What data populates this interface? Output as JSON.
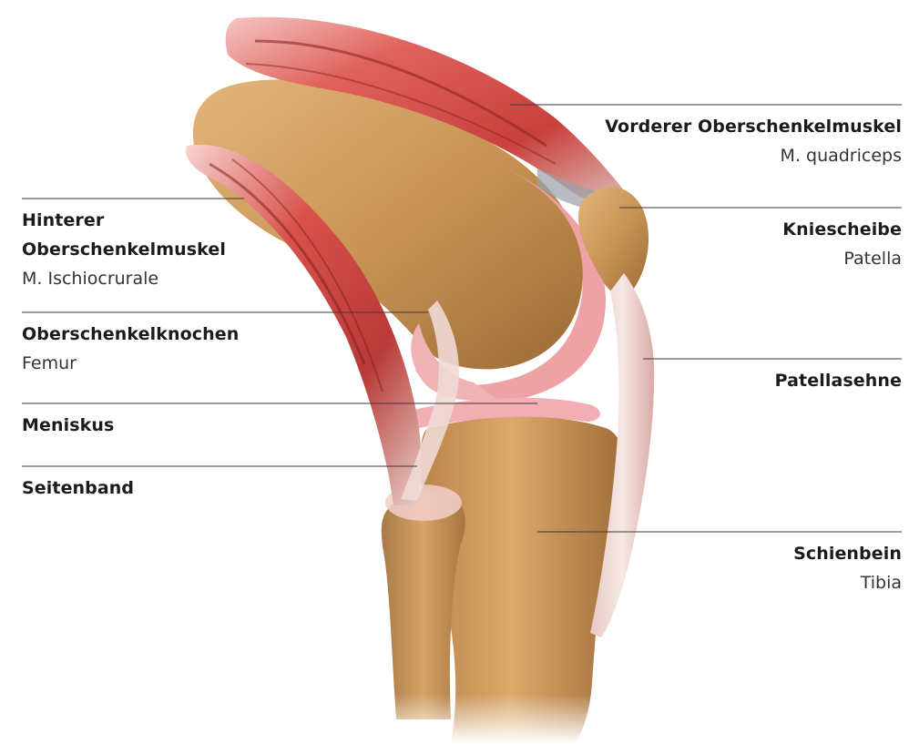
{
  "diagram": {
    "labels": {
      "quadriceps": {
        "name": "Vorderer Oberschenkelmuskel",
        "latin": "M. quadriceps"
      },
      "patella": {
        "name": "Kniescheibe",
        "latin": "Patella"
      },
      "patellasehne": {
        "name": "Patellasehne"
      },
      "tibia": {
        "name": "Schienbein",
        "latin": "Tibia"
      },
      "ischio": {
        "name_line1": "Hinterer",
        "name_line2": "Oberschenkelmuskel",
        "latin": "M. Ischiocrurale"
      },
      "femur": {
        "name": "Oberschenkelknochen",
        "latin": "Femur"
      },
      "meniskus": {
        "name": "Meniskus"
      },
      "seitenband": {
        "name": "Seitenband"
      }
    },
    "colors": {
      "leader_line": "#3a3a3a",
      "bone": "#c9955a",
      "muscle": "#d9534f",
      "cartilage": "#f0a9ad",
      "tendon": "#e9d3cf"
    }
  }
}
